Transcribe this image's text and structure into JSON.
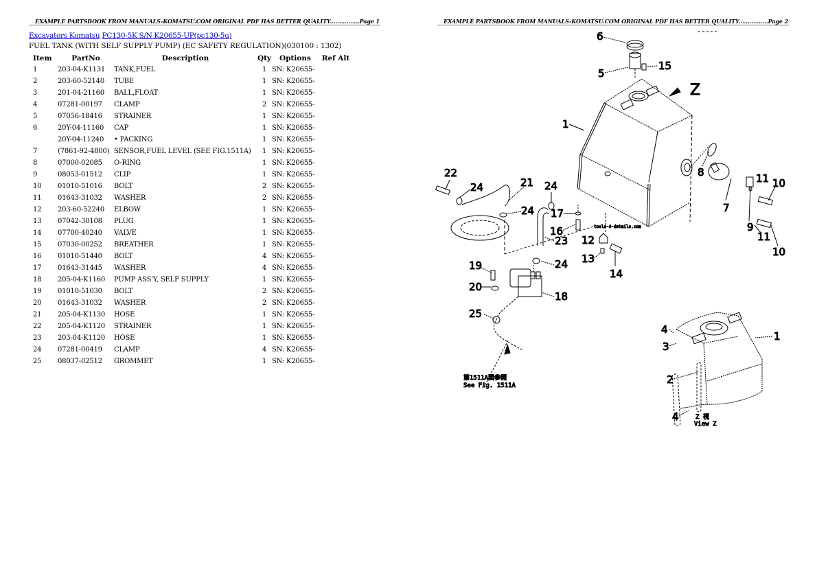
{
  "pages": {
    "left": {
      "header": "EXAMPLE PARTSBOOK FROM MANUALS-KOMATSU.COM ORIGINAL PDF HAS BETTER QUALITY................Page 1"
    },
    "right": {
      "header": "EXAMPLE PARTSBOOK FROM MANUALS-KOMATSU.COM ORIGINAL PDF HAS BETTER QUALITY................Page 2"
    }
  },
  "breadcrumb": {
    "category": "Excavators Komatsu",
    "model": "PC130-5K S/N K20655-UP(pc130-5u)"
  },
  "section_title": "FUEL TANK (WITH SELF SUPPLY PUMP) (EC SAFETY REGULATION)(030100 : 1302)",
  "table": {
    "headers": {
      "item": "Item",
      "part_no": "PartNo",
      "description": "Description",
      "qty": "Qty",
      "options": "Options",
      "ref_alt": "Ref Alt"
    },
    "rows": [
      {
        "item": "1",
        "part_no": "203-04-K1131",
        "description": "TANK,FUEL",
        "qty": "1",
        "options": "SN: K20655-"
      },
      {
        "item": "2",
        "part_no": "203-60-52140",
        "description": "TUBE",
        "qty": "1",
        "options": "SN: K20655-"
      },
      {
        "item": "3",
        "part_no": "201-04-21160",
        "description": "BALL,FLOAT",
        "qty": "1",
        "options": "SN: K20655-"
      },
      {
        "item": "4",
        "part_no": "07281-00197",
        "description": "CLAMP",
        "qty": "2",
        "options": "SN: K20655-"
      },
      {
        "item": "5",
        "part_no": "07056-18416",
        "description": "STRAINER",
        "qty": "1",
        "options": "SN: K20655-"
      },
      {
        "item": "6",
        "part_no": "20Y-04-11160",
        "description": "CAP",
        "qty": "1",
        "options": "SN: K20655-"
      },
      {
        "item": "",
        "part_no": "20Y-04-11240",
        "description": "• PACKING",
        "qty": "1",
        "options": "SN: K20655-"
      },
      {
        "item": "7",
        "part_no": "(7861-92-4800)",
        "description": "SENSOR,FUEL LEVEL (SEE FIG.1511A)",
        "qty": "1",
        "options": "SN: K20655-"
      },
      {
        "item": "8",
        "part_no": "07000-02085",
        "description": "O-RING",
        "qty": "1",
        "options": "SN: K20655-"
      },
      {
        "item": "9",
        "part_no": "08053-01512",
        "description": "CLIP",
        "qty": "1",
        "options": "SN: K20655-"
      },
      {
        "item": "10",
        "part_no": "01010-51016",
        "description": "BOLT",
        "qty": "2",
        "options": "SN: K20655-"
      },
      {
        "item": "11",
        "part_no": "01643-31032",
        "description": "WASHER",
        "qty": "2",
        "options": "SN: K20655-"
      },
      {
        "item": "12",
        "part_no": "203-60-52240",
        "description": "ELBOW",
        "qty": "1",
        "options": "SN: K20655-"
      },
      {
        "item": "13",
        "part_no": "07042-30108",
        "description": "PLUG",
        "qty": "1",
        "options": "SN: K20655-"
      },
      {
        "item": "14",
        "part_no": "07700-40240",
        "description": "VALVE",
        "qty": "1",
        "options": "SN: K20655-"
      },
      {
        "item": "15",
        "part_no": "07030-00252",
        "description": "BREATHER",
        "qty": "1",
        "options": "SN: K20655-"
      },
      {
        "item": "16",
        "part_no": "01010-51440",
        "description": "BOLT",
        "qty": "4",
        "options": "SN: K20655-"
      },
      {
        "item": "17",
        "part_no": "01643-31445",
        "description": "WASHER",
        "qty": "4",
        "options": "SN: K20655-"
      },
      {
        "item": "18",
        "part_no": "205-04-K1160",
        "description": "PUMP ASS'Y, SELF SUPPLY",
        "qty": "1",
        "options": "SN: K20655-"
      },
      {
        "item": "19",
        "part_no": "01010-51030",
        "description": "BOLT",
        "qty": "2",
        "options": "SN: K20655-"
      },
      {
        "item": "20",
        "part_no": "01643-31032",
        "description": "WASHER",
        "qty": "2",
        "options": "SN: K20655-"
      },
      {
        "item": "21",
        "part_no": "205-04-K1130",
        "description": "HOSE",
        "qty": "1",
        "options": "SN: K20655-"
      },
      {
        "item": "22",
        "part_no": "205-04-K1120",
        "description": "STRAINER",
        "qty": "1",
        "options": "SN: K20655-"
      },
      {
        "item": "23",
        "part_no": "203-04-K1120",
        "description": "HOSE",
        "qty": "1",
        "options": "SN: K20655-"
      },
      {
        "item": "24",
        "part_no": "07281-00419",
        "description": "CLAMP",
        "qty": "4",
        "options": "SN: K20655-"
      },
      {
        "item": "25",
        "part_no": "08037-02512",
        "description": "GROMMET",
        "qty": "1",
        "options": "SN: K20655-"
      }
    ]
  },
  "diagram": {
    "view_arrow_label": "Z",
    "see_fig_note_jp": "第1511A図参照",
    "see_fig_note_en": "See Fig. 1511A",
    "view_caption_jp": "Z 視",
    "view_caption_en": "View Z",
    "watermark": "tools-4-details.com",
    "callouts": [
      "6",
      "5",
      "15",
      "1",
      "22",
      "24",
      "21",
      "24",
      "24",
      "17",
      "16",
      "12",
      "13",
      "14",
      "23",
      "24",
      "19",
      "20",
      "18",
      "25",
      "11",
      "10",
      "8",
      "7",
      "9",
      "11",
      "10",
      "4",
      "3",
      "2",
      "4",
      "1"
    ]
  }
}
